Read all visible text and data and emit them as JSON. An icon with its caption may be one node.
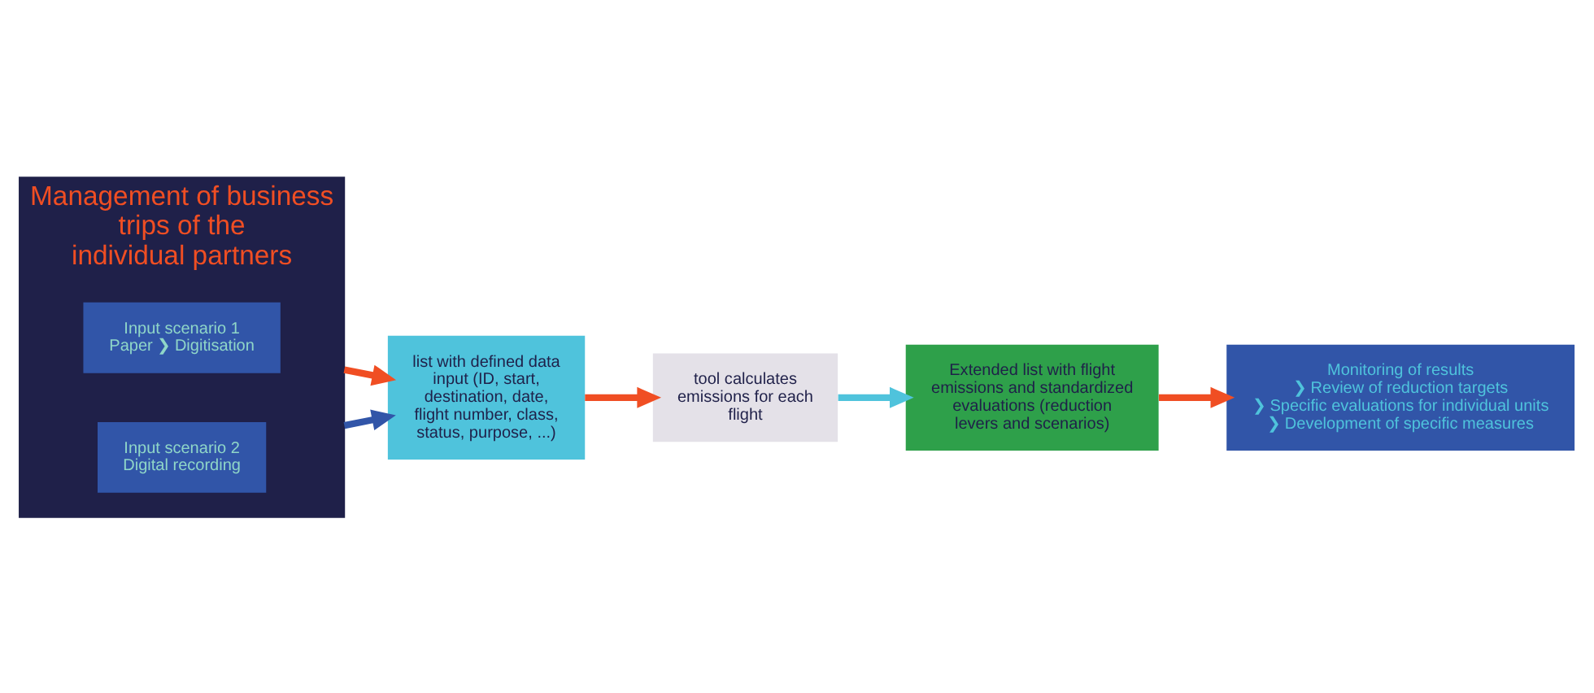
{
  "diagram": {
    "nodes": [
      {
        "text": [
          "Management of business trips of the individual partners"
        ]
      },
      {
        "text": [
          "Input scenario 1",
          "Paper ❯ Digitisation"
        ],
        "in": 0
      },
      {
        "text": [
          "Input scenario 2",
          "Digital recording"
        ],
        "in": 0
      },
      {
        "text": [
          "list with defined data input (ID, start, destination, date, flight number, class, status, purpose, ...)"
        ]
      },
      {
        "text": [
          "tool calculates emissions for each flight"
        ]
      },
      {
        "text": [
          "Extended list with flight emissions and standardized evaluations (reduction levers and scenarios)"
        ]
      },
      {
        "text": [
          "Monitoring of results",
          "❯ Review of reduction targets",
          "❯ Specific evaluations for individual units",
          "❯ Development of specific measures"
        ]
      }
    ],
    "edges": [
      {
        "from": 0,
        "to": 3,
        "arrow": "to"
      },
      {
        "from": 0,
        "to": 3,
        "arrow": "to",
        "color": "#3155a8"
      },
      {
        "from": 3,
        "to": 4,
        "arrow": "to"
      },
      {
        "from": 4,
        "to": 5,
        "arrow": "to",
        "color": "#4fc3dc"
      },
      {
        "from": 5,
        "to": 6,
        "arrow": "to"
      }
    ]
  }
}
